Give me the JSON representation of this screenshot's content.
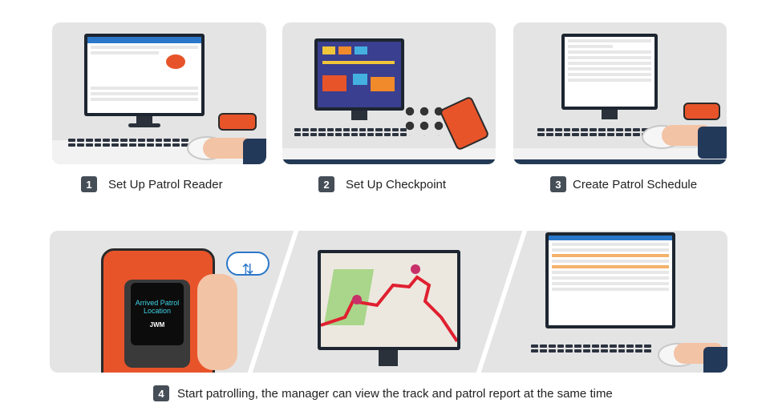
{
  "steps": [
    {
      "number": "1",
      "label": "Set Up Patrol Reader"
    },
    {
      "number": "2",
      "label": "Set Up Checkpoint"
    },
    {
      "number": "3",
      "label": "Create Patrol Schedule"
    },
    {
      "number": "4",
      "label": "Start patrolling, the manager can view the track and patrol report at the same time"
    }
  ],
  "device": {
    "screen_line1": "Arrived Patrol",
    "screen_line2": "Location",
    "logo": "JWM"
  },
  "colors": {
    "badge": "#454d57",
    "panel": "#e4e4e4",
    "reader": "#e8542a",
    "route": "#e02030",
    "desk_edge": "#233a55"
  }
}
